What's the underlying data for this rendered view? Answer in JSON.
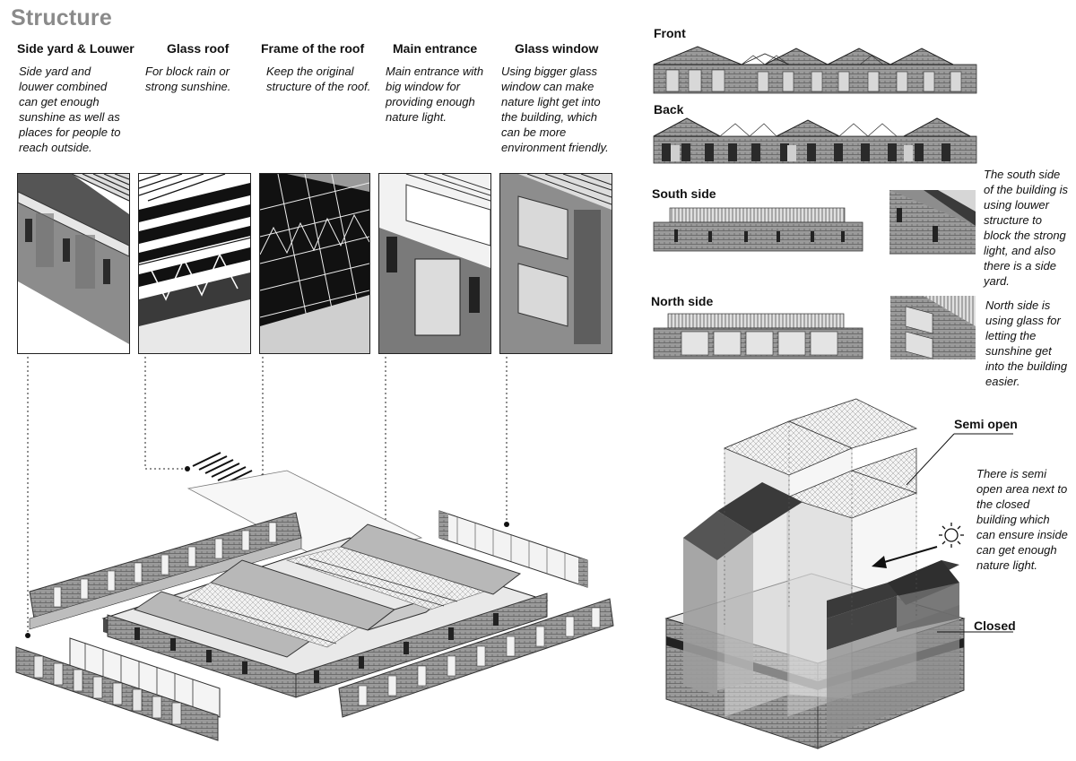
{
  "page_title": "Structure",
  "columns": [
    {
      "heading": "Side yard & Louwer",
      "text": "Side yard and louwer combined can get enough sunshine as well as places for people to reach outside."
    },
    {
      "heading": "Glass roof",
      "text": "For block rain or strong sunshine."
    },
    {
      "heading": "Frame of the roof",
      "text": "Keep the original structure of the roof."
    },
    {
      "heading": "Main entrance",
      "text": "Main entrance with big window for providing enough nature light."
    },
    {
      "heading": "Glass window",
      "text": "Using bigger glass window can make nature light get into the building, which can be more environment friendly."
    }
  ],
  "elevations": {
    "front": "Front",
    "back": "Back",
    "south": "South side",
    "north": "North side"
  },
  "notes": {
    "south": "The south side of the building is using louwer structure to block the strong light, and also there is a side yard.",
    "north": "North side is using glass for letting the sunshine get into the building easier.",
    "semi_open_label": "Semi open",
    "semi_open_text": "There is semi open area next to the closed building which can ensure inside can get enough nature light.",
    "closed_label": "Closed"
  },
  "icons": [
    "sun-icon",
    "arrow-icon"
  ]
}
